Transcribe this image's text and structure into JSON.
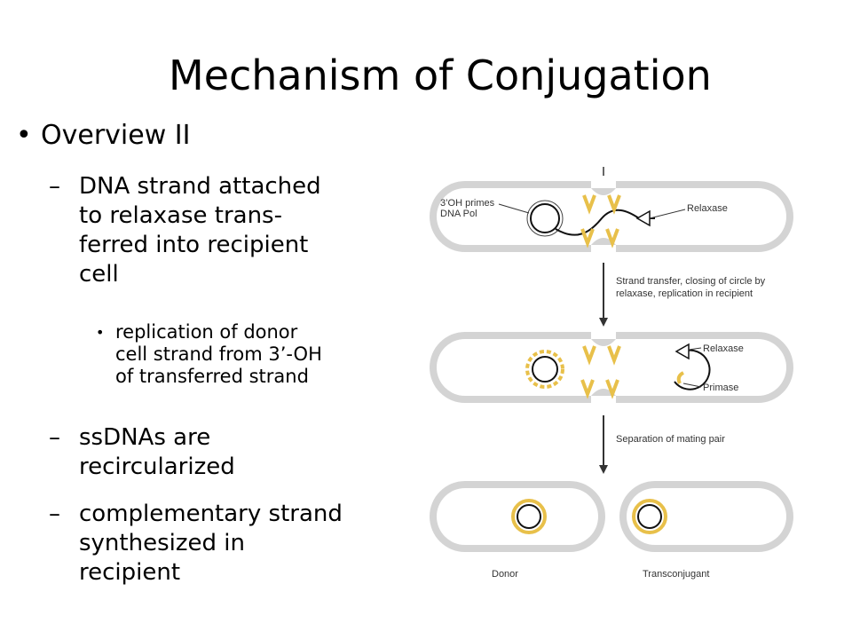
{
  "slide": {
    "title": "Mechanism of Conjugation",
    "bullet_char": "•",
    "dash_char": "–",
    "level1": "Overview II",
    "items": [
      {
        "lines": [
          "DNA strand attached",
          "to relaxase trans-",
          "ferred into recipient",
          "cell"
        ],
        "subitem_lines": [
          "replication of donor",
          "cell strand from 3’-OH",
          "of transferred strand"
        ]
      },
      {
        "lines": [
          "ssDNAs are",
          "recircularized"
        ]
      },
      {
        "lines": [
          "complementary strand",
          "synthesized in",
          "recipient"
        ]
      }
    ]
  },
  "figure": {
    "labels": {
      "primes_1": "3’OH primes",
      "primes_2": "DNA Pol",
      "relaxase_top": "Relaxase",
      "step1_1": "Strand transfer, closing of circle by",
      "step1_2": "relaxase, replication in recipient",
      "relaxase_mid": "Relaxase",
      "primase": "Primase",
      "step2": "Separation of mating pair",
      "donor": "Donor",
      "transconjugant": "Transconjugant"
    },
    "colors": {
      "cell_fill": "#d4d4d4",
      "cell_inner": "#ffffff",
      "plasmid_ring": "#e8c04a",
      "strand": "#111111"
    }
  }
}
